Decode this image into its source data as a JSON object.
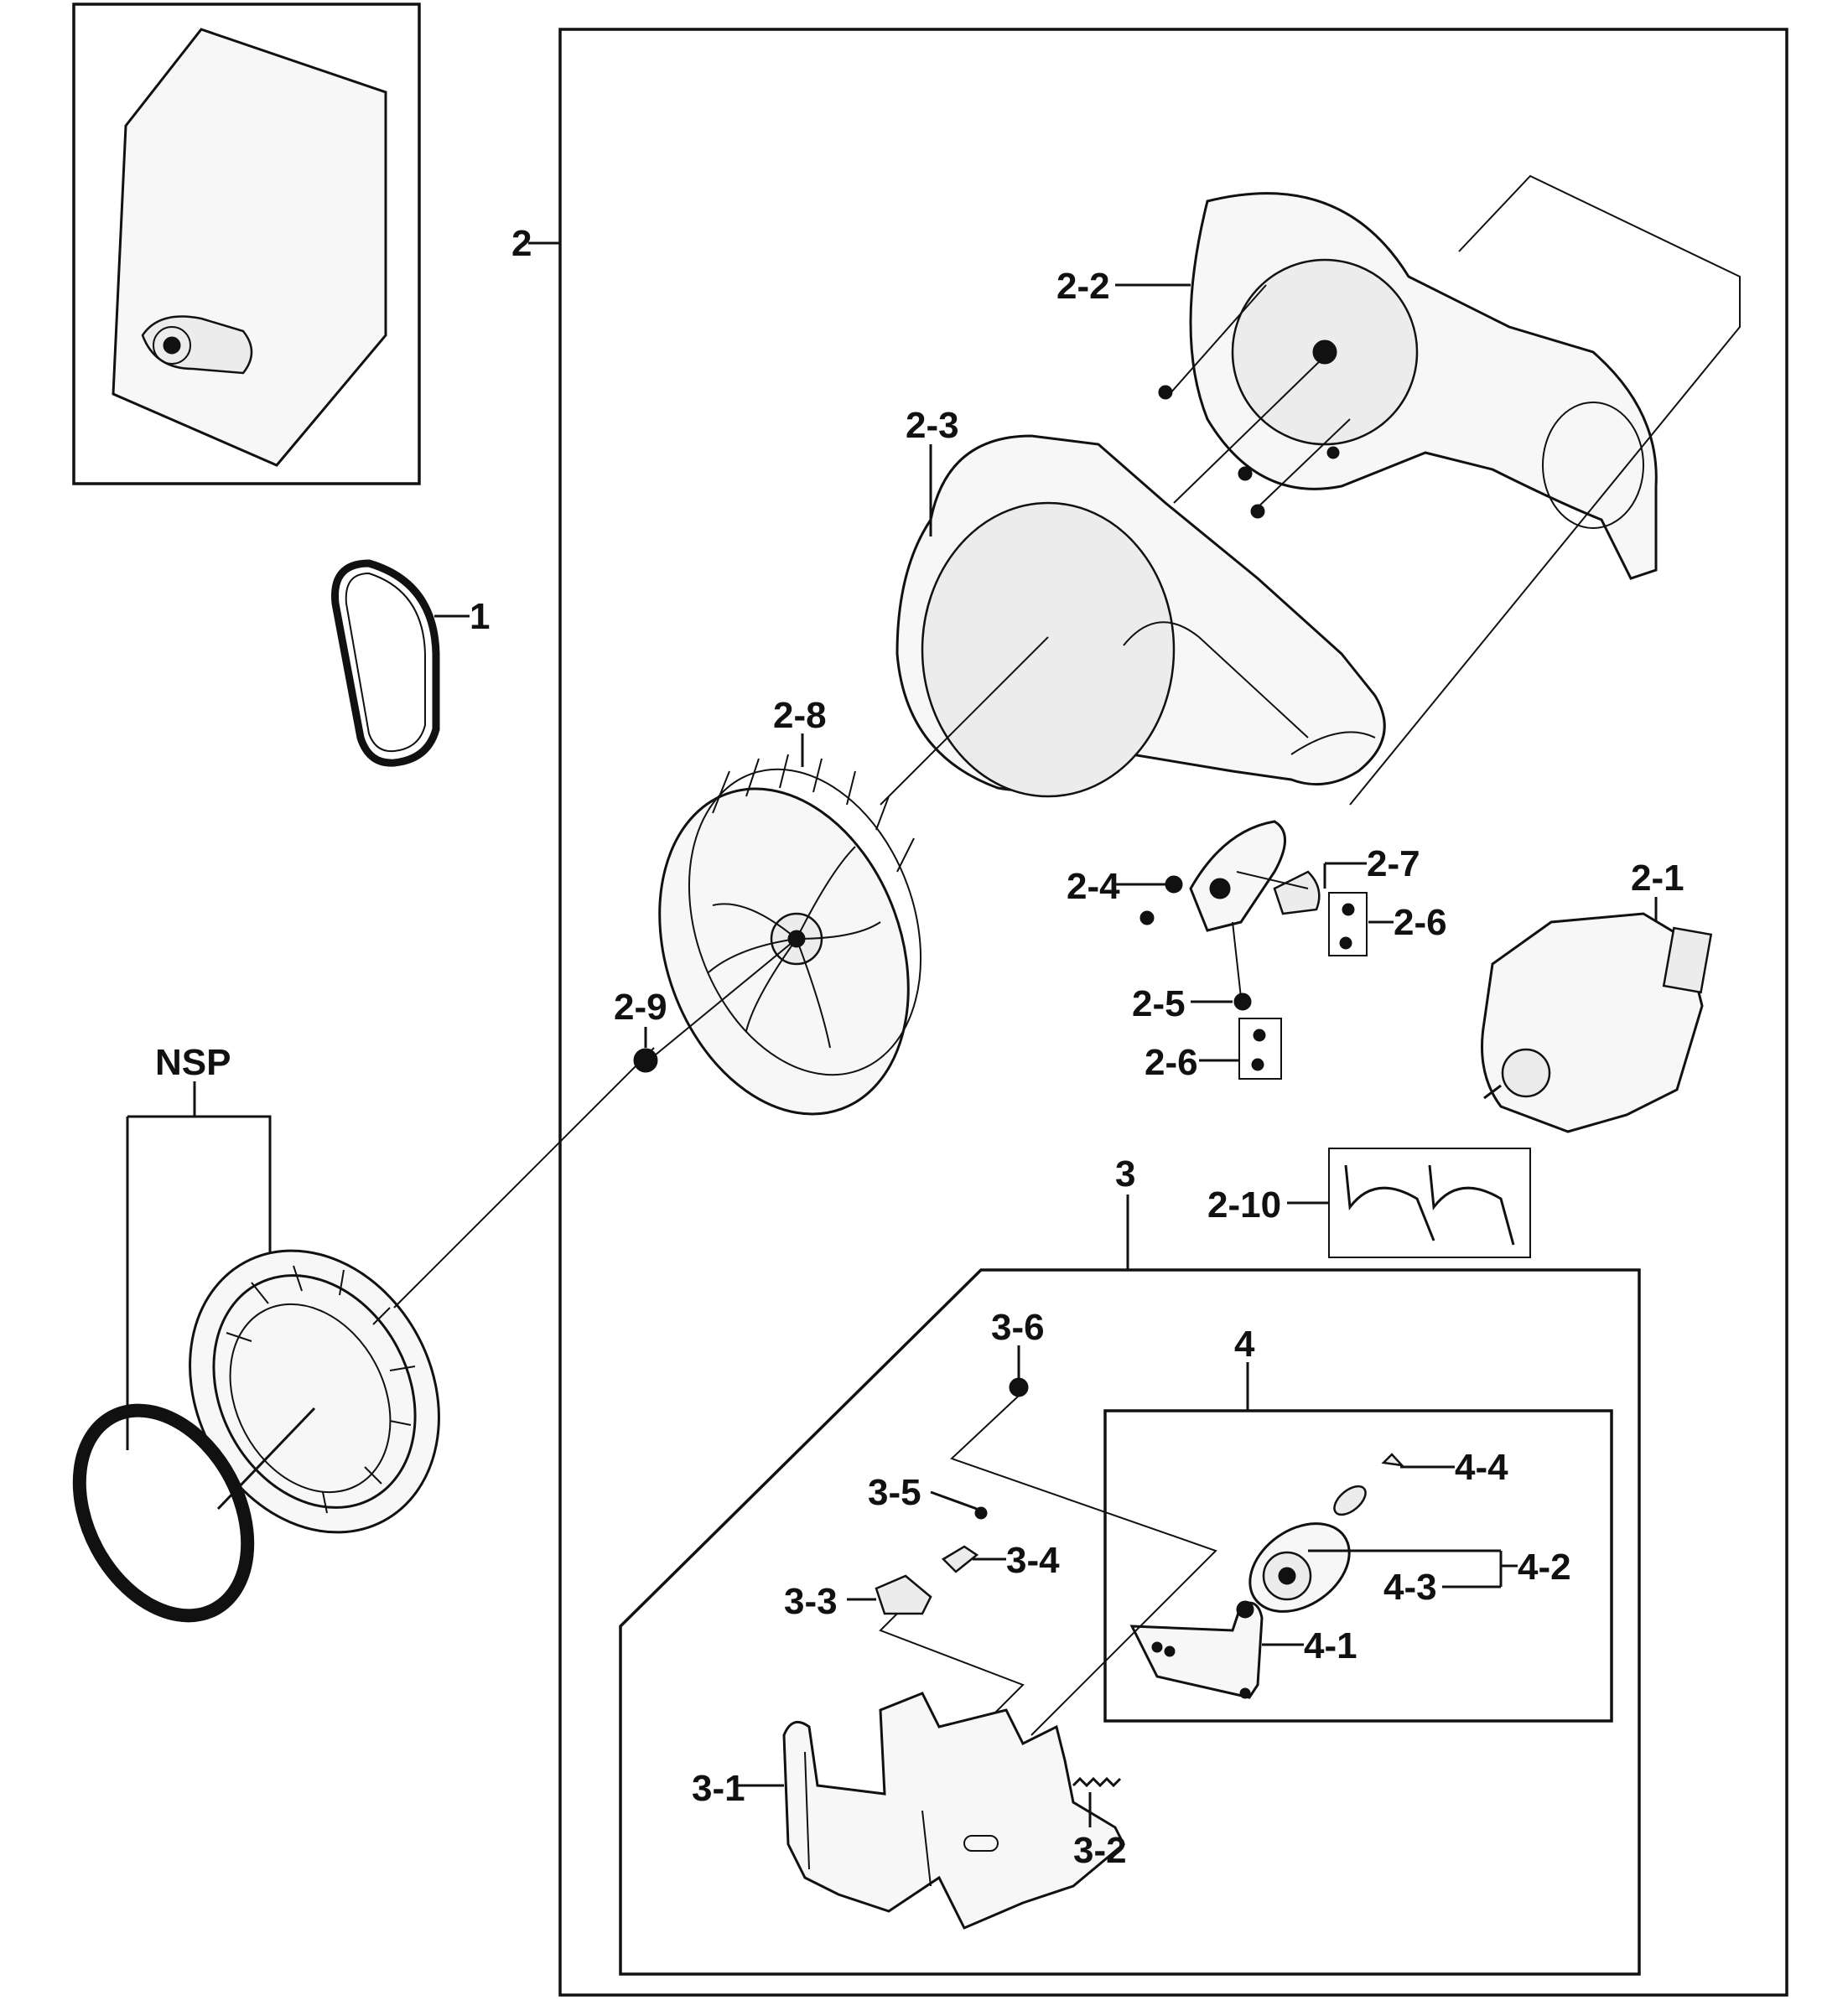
{
  "labels": {
    "p1": "1",
    "p2": "2",
    "p2_1": "2-1",
    "p2_2": "2-2",
    "p2_3": "2-3",
    "p2_4": "2-4",
    "p2_5": "2-5",
    "p2_6a": "2-6",
    "p2_6b": "2-6",
    "p2_7": "2-7",
    "p2_8": "2-8",
    "p2_9": "2-9",
    "p2_10": "2-10",
    "p3": "3",
    "p3_1": "3-1",
    "p3_2": "3-2",
    "p3_3": "3-3",
    "p3_4": "3-4",
    "p3_5": "3-5",
    "p3_6": "3-6",
    "p4": "4",
    "p4_1": "4-1",
    "p4_2": "4-2",
    "p4_3": "4-3",
    "p4_4": "4-4",
    "nsp": "NSP"
  }
}
